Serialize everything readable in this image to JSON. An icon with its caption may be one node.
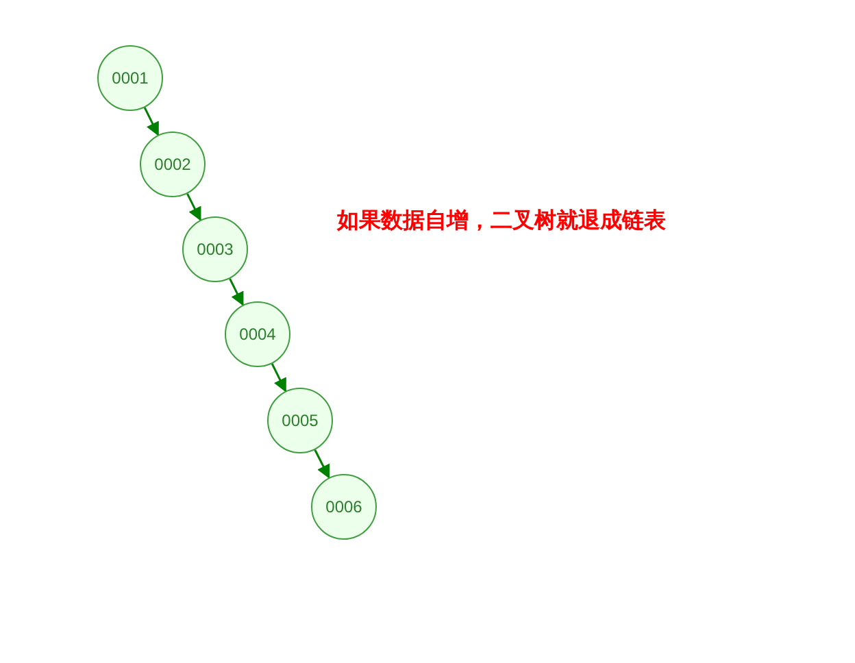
{
  "diagram": {
    "nodes": [
      {
        "text": [
          "0001"
        ]
      },
      {
        "text": [
          "0002"
        ]
      },
      {
        "text": [
          "0003"
        ]
      },
      {
        "text": [
          "0004"
        ]
      },
      {
        "text": [
          "0005"
        ]
      },
      {
        "text": [
          "0006"
        ]
      }
    ],
    "edges": [
      {
        "from": 0,
        "to": 1,
        "arrow": "to"
      },
      {
        "from": 1,
        "to": 2,
        "arrow": "to"
      },
      {
        "from": 2,
        "to": 3,
        "arrow": "to"
      },
      {
        "from": 3,
        "to": 4,
        "arrow": "to"
      },
      {
        "from": 4,
        "to": 5,
        "arrow": "to"
      }
    ],
    "labels": [
      "如果数据自增，二叉树就退成链表"
    ]
  }
}
